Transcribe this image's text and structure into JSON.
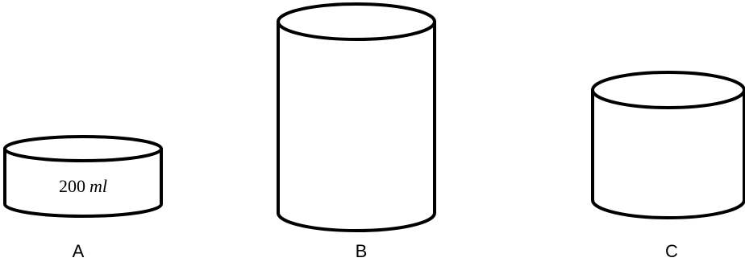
{
  "containers": [
    {
      "label": "A",
      "volume_value": "200",
      "volume_unit": "ml"
    },
    {
      "label": "B"
    },
    {
      "label": "C"
    }
  ],
  "colors": {
    "stroke": "#000000",
    "fill": "#ffffff"
  }
}
